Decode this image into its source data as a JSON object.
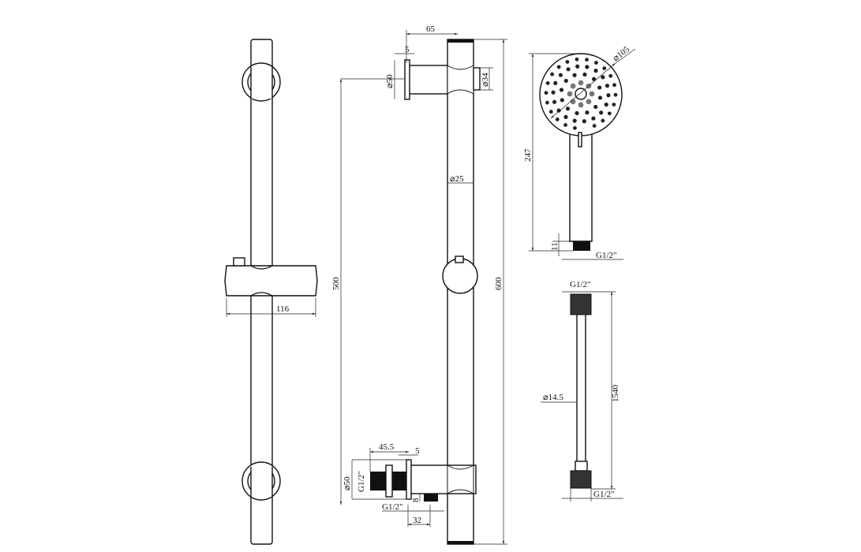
{
  "front_view": {
    "slider_width": "116"
  },
  "side_view": {
    "arm_length": "65",
    "flange_thickness_top": "5",
    "flange_diameter_top": "⌀50",
    "end_cap_diameter": "⌀34",
    "rail_diameter": "⌀25",
    "bracket_spacing": "500",
    "rail_length": "600",
    "outlet_length": "45.5",
    "flange_thickness_bottom": "5",
    "flange_diameter_bottom": "⌀50",
    "inlet_thread": "G1/2\"",
    "outlet_height": "8",
    "outlet_thread": "G1/2\"",
    "outlet_offset": "32"
  },
  "handshower": {
    "head_diameter": "⌀105",
    "length": "247",
    "connector_height": "11",
    "thread": "G1/2\""
  },
  "hose": {
    "top_thread": "G1/2\"",
    "diameter": "⌀14.5",
    "length": "1540",
    "bottom_thread": "G1/2\""
  },
  "colors": {
    "line": "#111111",
    "background": "#ffffff"
  }
}
